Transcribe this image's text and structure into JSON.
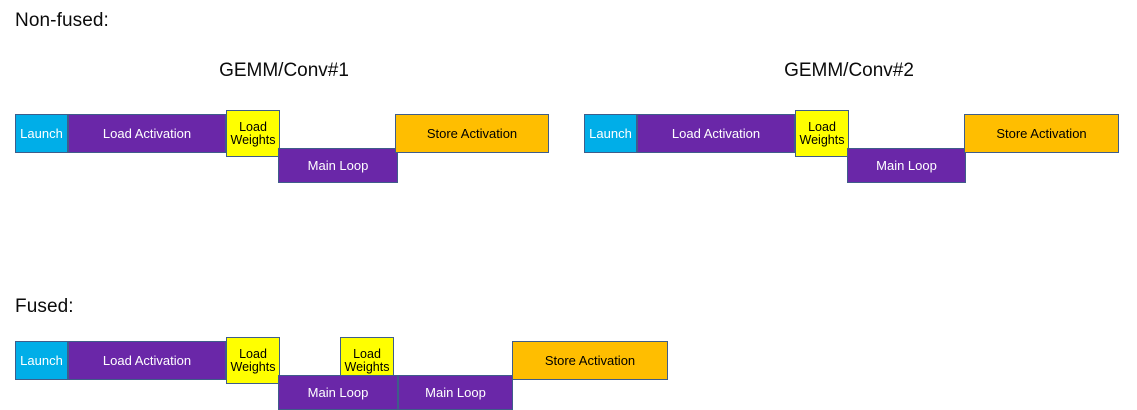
{
  "diagram": {
    "title_nonfused": "Non-fused:",
    "title_fused": "Fused:",
    "group_labels": {
      "g1": "GEMM/Conv#1",
      "g2": "GEMM/Conv#2"
    },
    "colors": {
      "launch": "#00AEE8",
      "load_activation": "#6A27A8",
      "load_weights": "#FFFF00",
      "main_loop": "#6A27A8",
      "store_activation": "#FFBE00",
      "border": "#3f5d8a",
      "background": "#ffffff",
      "text_dark": "#0b0b0b"
    },
    "labels": {
      "launch": "Launch",
      "load_activation": "Load Activation",
      "load_weights": "Load Weights",
      "main_loop": "Main Loop",
      "store_activation": "Store Activation"
    },
    "nonfused": {
      "gemm1": {
        "launch": "Launch",
        "load_activation": "Load Activation",
        "load_weights": "Load Weights",
        "main_loop": "Main Loop",
        "store_activation": "Store Activation"
      },
      "gemm2": {
        "launch": "Launch",
        "load_activation": "Load Activation",
        "load_weights": "Load Weights",
        "main_loop": "Main Loop",
        "store_activation": "Store Activation"
      }
    },
    "fused": {
      "launch": "Launch",
      "load_activation": "Load Activation",
      "load_weights_1": "Load Weights",
      "load_weights_2": "Load Weights",
      "main_loop_1": "Main Loop",
      "main_loop_2": "Main Loop",
      "store_activation": "Store Activation"
    }
  }
}
